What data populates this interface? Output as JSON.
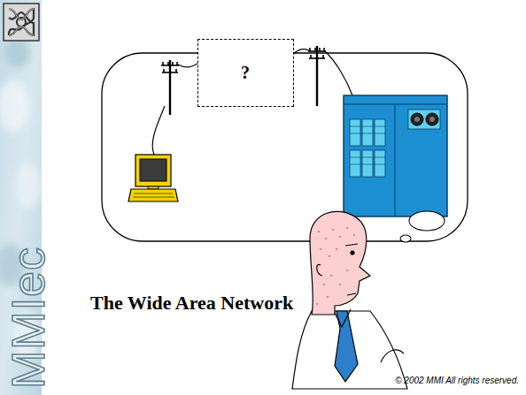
{
  "diagram": {
    "title": "The Wide Area Network",
    "nodes": [
      {
        "text": [
          "?"
        ]
      }
    ],
    "labels": [
      "MMIec",
      "© 2002 MMI All rights reserved."
    ]
  }
}
